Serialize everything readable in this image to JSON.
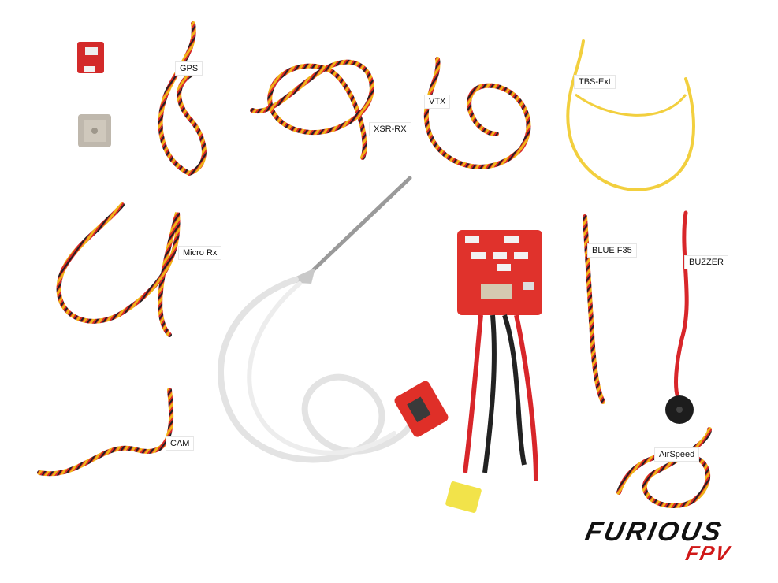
{
  "labels": {
    "gps": "GPS",
    "xsr_rx": "XSR-RX",
    "vtx": "VTX",
    "tbs_ext": "TBS-Ext",
    "micro_rx": "Micro Rx",
    "blue_f35": "BLUE F35",
    "buzzer": "BUZZER",
    "cam": "CAM",
    "airspeed": "AirSpeed"
  },
  "logo": {
    "word1": "FURIOUS",
    "word2": "FPV"
  },
  "colors": {
    "wire_red": "#d8262a",
    "wire_yellow": "#f0b418",
    "wire_black": "#222222",
    "board_red": "#e0322c",
    "tube": "#e6e6e6",
    "probe": "#9a9a9a",
    "connector": "#f2e34a"
  }
}
